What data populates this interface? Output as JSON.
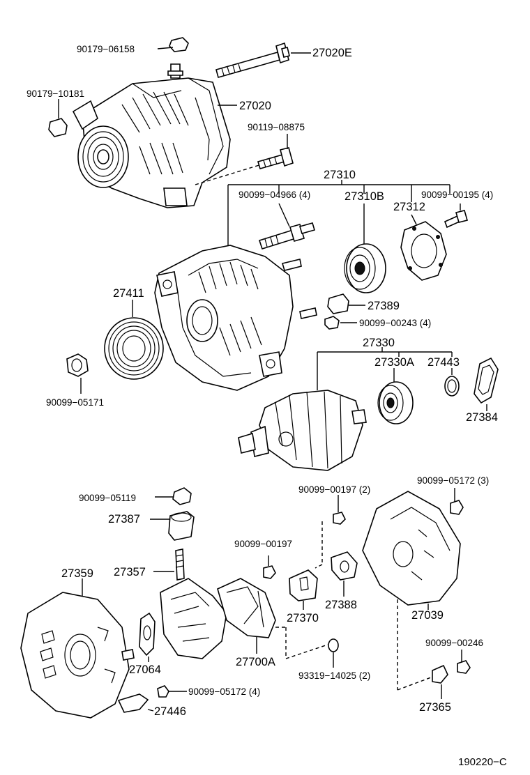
{
  "diagram": {
    "labels": {
      "p90179_06158": "90179−06158",
      "p27020E": "27020E",
      "p90179_10181": "90179−10181",
      "p27020": "27020",
      "p90119_08875": "90119−08875",
      "p27310": "27310",
      "p90099_04966": "90099−04966 (4)",
      "p27310B": "27310B",
      "p90099_00195": "90099−00195 (4)",
      "p27312": "27312",
      "p27411": "27411",
      "p27389": "27389",
      "p90099_00243": "90099−00243 (4)",
      "p27330": "27330",
      "p27330A": "27330A",
      "p27443": "27443",
      "p90099_05171": "90099−05171",
      "p27384": "27384",
      "p90099_00197_2": "90099−00197 (2)",
      "p90099_05172_3": "90099−05172 (3)",
      "p90099_05119": "90099−05119",
      "p27387": "27387",
      "p90099_00197": "90099−00197",
      "p27359": "27359",
      "p27357": "27357",
      "p27388": "27388",
      "p27039": "27039",
      "p27370": "27370",
      "p90099_00246": "90099−00246",
      "p27064": "27064",
      "p27700A": "27700A",
      "p93319_14025": "93319−14025 (2)",
      "p90099_05172_4": "90099−05172 (4)",
      "p27446": "27446",
      "p27365": "27365"
    },
    "footer_code": "190220−C"
  }
}
